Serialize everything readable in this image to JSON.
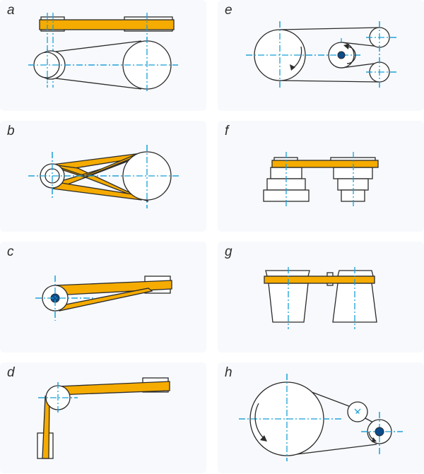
{
  "panels": [
    {
      "id": "a",
      "label": "a"
    },
    {
      "id": "e",
      "label": "e"
    },
    {
      "id": "b",
      "label": "b"
    },
    {
      "id": "f",
      "label": "f"
    },
    {
      "id": "c",
      "label": "c"
    },
    {
      "id": "g",
      "label": "g"
    },
    {
      "id": "d",
      "label": "d"
    },
    {
      "id": "h",
      "label": "h"
    }
  ],
  "colors": {
    "belt": "#f5ab00",
    "centerline": "#1aa0d8",
    "outline": "#2b2b2b",
    "hub": "#0b4c8a",
    "panel_background": "#f7f9fc"
  }
}
